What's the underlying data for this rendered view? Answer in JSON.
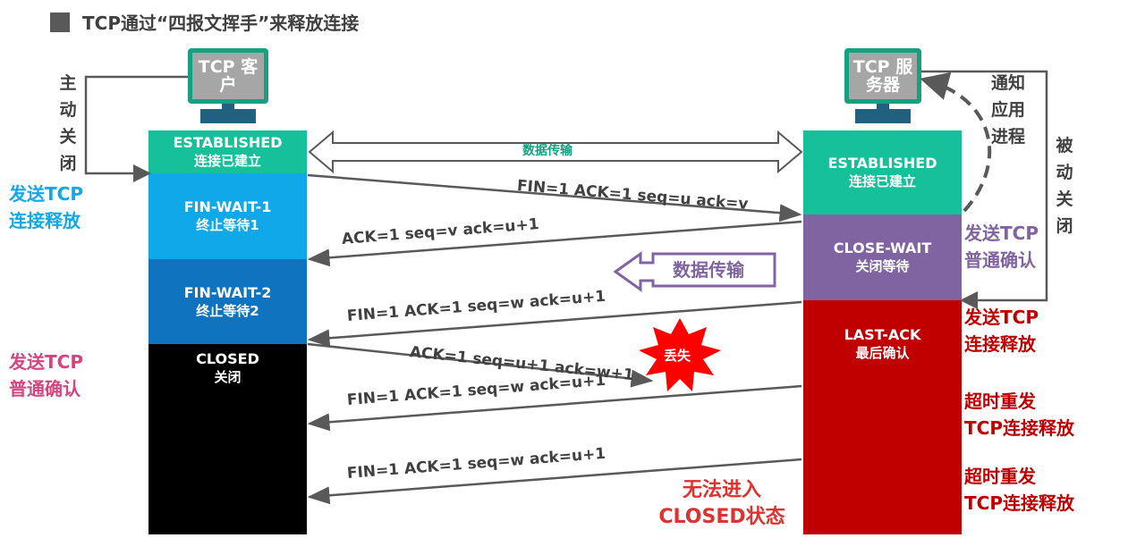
{
  "title": "TCP通过“四报文挥手”来释放连接",
  "client": {
    "monitor": "TCP\n客户",
    "vertical_label": "主\n动\n关\n闭",
    "states": [
      {
        "en": "ESTABLISHED",
        "cn": "连接已建立",
        "color": "#16c09a"
      },
      {
        "en": "FIN-WAIT-1",
        "cn": "终止等待1",
        "color": "#10a8e8"
      },
      {
        "en": "FIN-WAIT-2",
        "cn": "终止等待2",
        "color": "#0f73c0"
      },
      {
        "en": "CLOSED",
        "cn": "关闭",
        "color": "#000000"
      }
    ],
    "side_labels": [
      {
        "text": "发送TCP\n连接释放",
        "color": "#10a8e8"
      },
      {
        "text": "发送TCP\n普通确认",
        "color": "#d4457f"
      }
    ]
  },
  "server": {
    "monitor": "TCP\n服务器",
    "vertical_label": "被\n动\n关\n闭",
    "notify_label": "通知\n应用\n进程",
    "states": [
      {
        "en": "ESTABLISHED",
        "cn": "连接已建立",
        "color": "#16c09a"
      },
      {
        "en": "CLOSE-WAIT",
        "cn": "关闭等待",
        "color": "#8064a2"
      },
      {
        "en": "LAST-ACK",
        "cn": "最后确认",
        "color": "#c00000"
      }
    ],
    "side_labels": [
      {
        "text": "发送TCP\n普通确认",
        "color": "#8064a2"
      },
      {
        "text": "发送TCP\n连接释放",
        "color": "#c00000"
      },
      {
        "text": "超时重发\nTCP连接释放",
        "color": "#c00000"
      },
      {
        "text": "超时重发\nTCP连接释放",
        "color": "#c00000"
      }
    ]
  },
  "data_transfer": "数据传输",
  "data_transfer_callout": "数据传输",
  "messages": [
    "FIN=1  ACK=1  seq=u  ack=v",
    "ACK=1   seq=v   ack=u+1",
    "FIN=1  ACK=1   seq=w   ack=u+1",
    "ACK=1  seq=u+1  ack=w+1",
    "FIN=1  ACK=1   seq=w   ack=u+1",
    "FIN=1  ACK=1   seq=w   ack=u+1"
  ],
  "lost": "丢失",
  "cannot_close": "无法进入\nCLOSED状态",
  "colors": {
    "arrow": "#595959",
    "lost": "#ff0000",
    "cannot_close": "#e03030"
  }
}
